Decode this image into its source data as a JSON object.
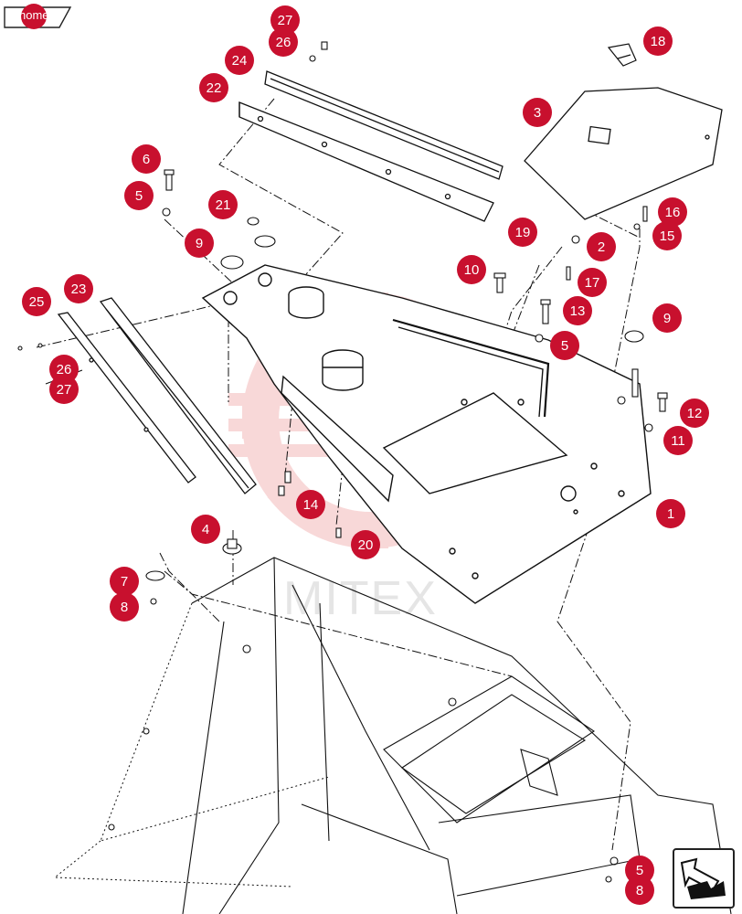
{
  "home_button": {
    "label": "home"
  },
  "watermark": {
    "text": "MITEX"
  },
  "callouts": [
    {
      "label": "27"
    },
    {
      "label": "26"
    },
    {
      "label": "24"
    },
    {
      "label": "22"
    },
    {
      "label": "18"
    },
    {
      "label": "3"
    },
    {
      "label": "6"
    },
    {
      "label": "5"
    },
    {
      "label": "21"
    },
    {
      "label": "9"
    },
    {
      "label": "19"
    },
    {
      "label": "16"
    },
    {
      "label": "15"
    },
    {
      "label": "2"
    },
    {
      "label": "10"
    },
    {
      "label": "17"
    },
    {
      "label": "25"
    },
    {
      "label": "23"
    },
    {
      "label": "13"
    },
    {
      "label": "5"
    },
    {
      "label": "9"
    },
    {
      "label": "26"
    },
    {
      "label": "27"
    },
    {
      "label": "12"
    },
    {
      "label": "11"
    },
    {
      "label": "1"
    },
    {
      "label": "14"
    },
    {
      "label": "4"
    },
    {
      "label": "20"
    },
    {
      "label": "7"
    },
    {
      "label": "8"
    },
    {
      "label": "5"
    },
    {
      "label": "8"
    }
  ],
  "colors": {
    "callout": "#c8102e",
    "line": "#111111",
    "watermark": "#f4b9b9"
  },
  "icons": {
    "home": "home-icon",
    "next": "next-page-arrow-icon"
  }
}
